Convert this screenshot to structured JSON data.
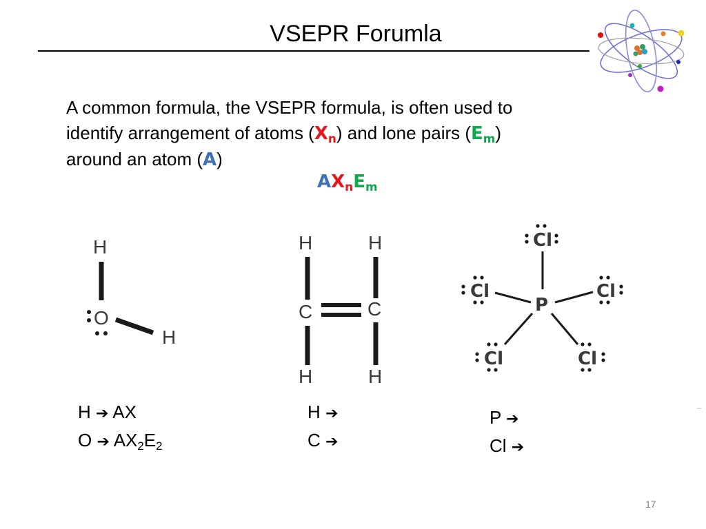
{
  "title": "VSEPR Forumla",
  "intro": {
    "line1": "A common formula, the VSEPR formula, is often used to",
    "line2_a": "identify arrangement of atoms (",
    "line2_x": "X",
    "line2_xsub": "n",
    "line2_b": ") and lone pairs (",
    "line2_e": "E",
    "line2_esub": "m",
    "line2_c": ")",
    "line3_a": "around an atom (",
    "line3_atom": "A",
    "line3_b": ")"
  },
  "formula": {
    "a": "A",
    "x": "X",
    "n": "n",
    "e": "E",
    "m": "m"
  },
  "water": {
    "h_top": "H",
    "o": "O",
    "h_right": "H"
  },
  "ethene": {
    "h_tl": "H",
    "h_tr": "H",
    "c_l": "C",
    "c_r": "C",
    "h_bl": "H",
    "h_br": "H"
  },
  "pcl5": {
    "p": "P",
    "cl": "Cl"
  },
  "labels": {
    "water_h": "H",
    "water_h_result": "AX",
    "water_o": "O",
    "water_o_ax": "AX",
    "water_o_xsub": "2",
    "water_o_e": "E",
    "water_o_esub": "2",
    "ethene_h": "H",
    "ethene_c": "C",
    "pcl5_p": "P",
    "pcl5_cl": "Cl",
    "arrow": "➔"
  },
  "page_number": "17",
  "colors": {
    "x": "#e8141b",
    "e": "#0fa950",
    "a": "#3f72b8"
  },
  "icons": [
    "atom-icon",
    "right-arrow-icon"
  ]
}
